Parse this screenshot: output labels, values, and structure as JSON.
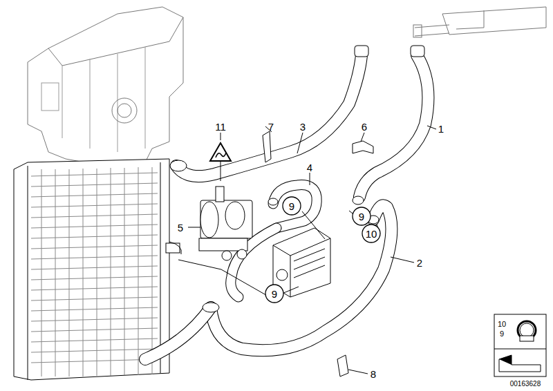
{
  "diagram": {
    "labels": [
      "11",
      "7",
      "3",
      "6",
      "1",
      "4",
      "9",
      "9",
      "10",
      "5",
      "2",
      "9",
      "8",
      "10",
      "9",
      "00163628"
    ]
  }
}
